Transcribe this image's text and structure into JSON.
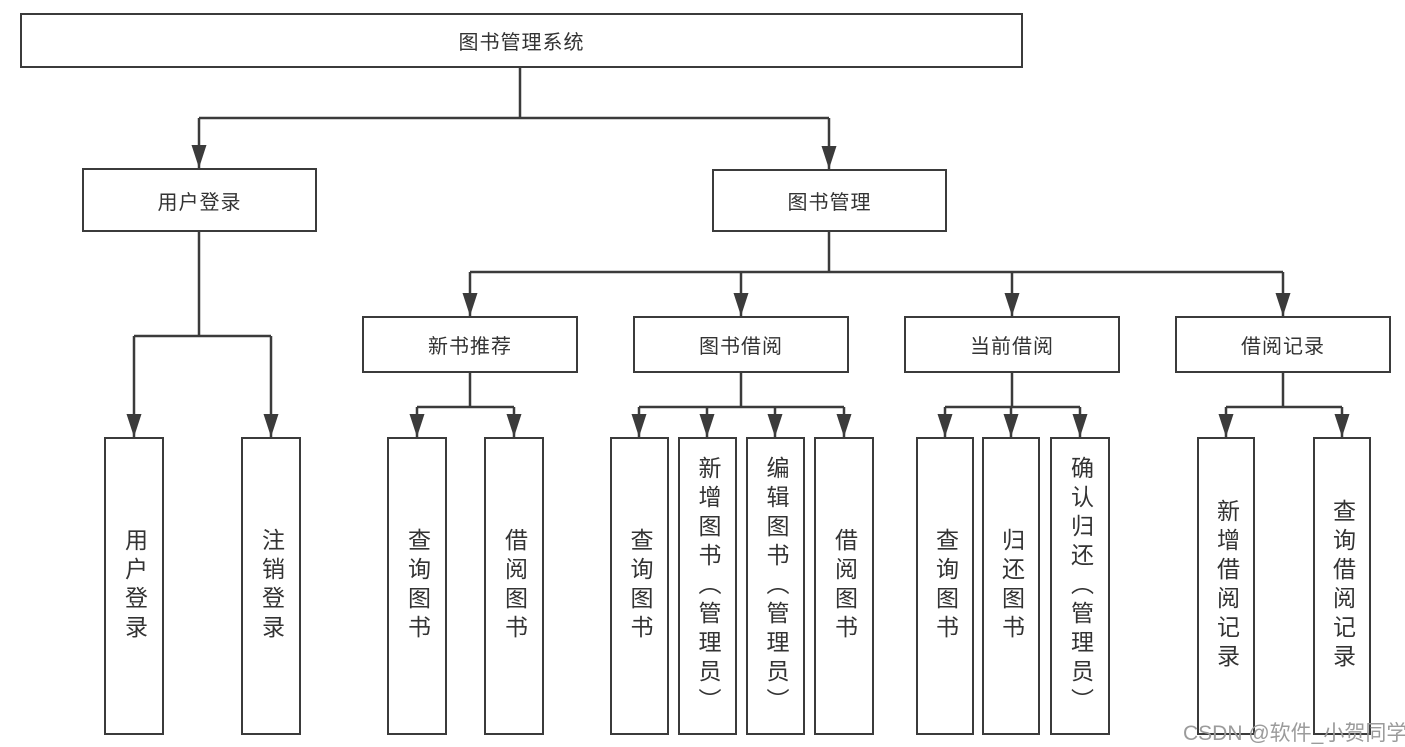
{
  "root": {
    "label": "图书管理系统",
    "children": [
      {
        "label": "用户登录",
        "children": [
          {
            "label": "用户登录"
          },
          {
            "label": "注销登录"
          }
        ]
      },
      {
        "label": "图书管理",
        "children": [
          {
            "label": "新书推荐",
            "children": [
              {
                "label": "查询图书"
              },
              {
                "label": "借阅图书"
              }
            ]
          },
          {
            "label": "图书借阅",
            "children": [
              {
                "label": "查询图书"
              },
              {
                "label": "新增图书（管理员）"
              },
              {
                "label": "编辑图书（管理员）"
              },
              {
                "label": "借阅图书"
              }
            ]
          },
          {
            "label": "当前借阅",
            "children": [
              {
                "label": "查询图书"
              },
              {
                "label": "归还图书"
              },
              {
                "label": "确认归还（管理员）"
              }
            ]
          },
          {
            "label": "借阅记录",
            "children": [
              {
                "label": "新增借阅记录"
              },
              {
                "label": "查询借阅记录"
              }
            ]
          }
        ]
      }
    ]
  },
  "watermark": "CSDN @软件_小贺同学",
  "colors": {
    "line": "#3b3b3b",
    "box_border": "#3b3b3b",
    "text": "#333333",
    "background": "#ffffff",
    "watermark": "#9b9b9b"
  }
}
